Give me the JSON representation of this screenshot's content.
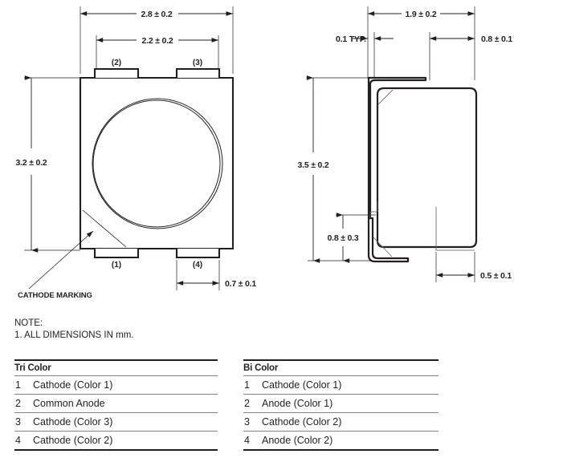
{
  "document": {
    "type": "led-package-outline-drawing"
  },
  "top_view": {
    "name": "top-view",
    "dimensions": {
      "overall_width": "2.8 ± 0.2",
      "pad_span_width": "2.2 ± 0.2",
      "overall_height": "3.2 ± 0.2",
      "pad_width": "0.7 ± 0.1"
    },
    "pin_labels": {
      "pin2": "(2)",
      "pin3": "(3)",
      "pin1": "(1)",
      "pin4": "(4)"
    },
    "callout": "CATHODE MARKING"
  },
  "side_view": {
    "name": "side-view",
    "dimensions": {
      "overall_width": "1.9 ± 0.2",
      "lead_thickness": "0.1 TYP.",
      "right_lead_width": "0.8 ± 0.1",
      "overall_height": "3.5 ± 0.2",
      "lead_height": "0.8 ± 0.3",
      "pad_width": "0.5 ± 0.1"
    }
  },
  "notes": {
    "heading": "NOTE:",
    "items": [
      "1. ALL DIMENSIONS IN mm."
    ]
  },
  "tables": {
    "tri_color": {
      "title": "Tri Color",
      "rows": [
        {
          "num": "1",
          "function": "Cathode (Color 1)"
        },
        {
          "num": "2",
          "function": "Common Anode"
        },
        {
          "num": "3",
          "function": "Cathode (Color 3)"
        },
        {
          "num": "4",
          "function": "Cathode (Color 2)"
        }
      ]
    },
    "bi_color": {
      "title": "Bi Color",
      "rows": [
        {
          "num": "1",
          "function": "Cathode (Color 1)"
        },
        {
          "num": "2",
          "function": "Anode (Color 1)"
        },
        {
          "num": "3",
          "function": "Cathode (Color 2)"
        },
        {
          "num": "4",
          "function": "Anode (Color 2)"
        }
      ]
    }
  },
  "colors": {
    "ink": "#231f20",
    "thin_rule": "#808285",
    "background": "#ffffff"
  }
}
